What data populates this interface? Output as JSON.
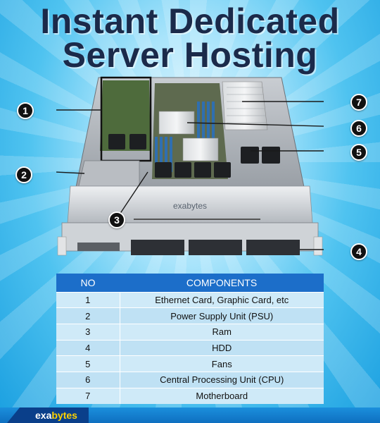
{
  "title": {
    "line1": "Instant Dedicated",
    "line2": "Server Hosting"
  },
  "server": {
    "brand_exa": "exa",
    "brand_bytes": "bytes"
  },
  "callouts": [
    "1",
    "2",
    "3",
    "4",
    "5",
    "6",
    "7"
  ],
  "table": {
    "headers": {
      "no": "NO",
      "components": "COMPONENTS"
    },
    "rows": [
      {
        "no": "1",
        "component": "Ethernet Card, Graphic Card, etc"
      },
      {
        "no": "2",
        "component": "Power Supply Unit (PSU)"
      },
      {
        "no": "3",
        "component": "Ram"
      },
      {
        "no": "4",
        "component": "HDD"
      },
      {
        "no": "5",
        "component": "Fans"
      },
      {
        "no": "6",
        "component": "Central Processing Unit (CPU)"
      },
      {
        "no": "7",
        "component": "Motherboard"
      }
    ]
  },
  "footer": {
    "brand_exa": "exa",
    "brand_bytes": "bytes"
  },
  "colors": {
    "header_blue": "#1c6ec9",
    "row_light": "#cfeaf8",
    "footer_blue": "#0e6fc0",
    "brand_yellow": "#ffd200"
  }
}
